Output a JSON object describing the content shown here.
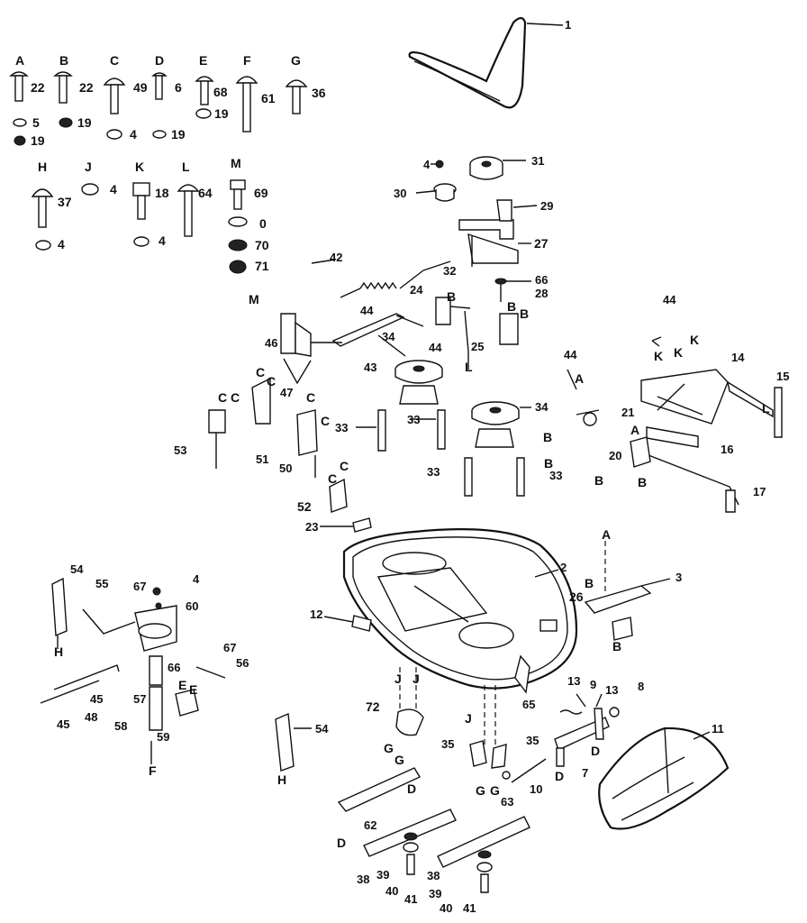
{
  "hardware": {
    "A": {
      "letter": "A",
      "n1": "22",
      "n2": "5",
      "n3": "19"
    },
    "B": {
      "letter": "B",
      "n1": "22",
      "n2": "19"
    },
    "C": {
      "letter": "C",
      "n1": "49",
      "n2": "4"
    },
    "D": {
      "letter": "D",
      "n1": "6",
      "n2": "19"
    },
    "E": {
      "letter": "E",
      "n1": "68",
      "n2": "19"
    },
    "F": {
      "letter": "F",
      "n1": "61"
    },
    "G": {
      "letter": "G",
      "n1": "36"
    },
    "H": {
      "letter": "H",
      "n1": "37",
      "n2": "4"
    },
    "J": {
      "letter": "J",
      "n1": "4"
    },
    "K": {
      "letter": "K",
      "n1": "18",
      "n2": "4"
    },
    "L": {
      "letter": "L",
      "n1": "64"
    },
    "M": {
      "letter": "M",
      "n1": "69",
      "n2": "0",
      "n3": "70",
      "n4": "71"
    }
  },
  "parts": {
    "p1": "1",
    "p2": "2",
    "p3": "3",
    "p4a": "4",
    "p4b": "4",
    "p7": "7",
    "p8": "8",
    "p9": "9",
    "p10": "10",
    "p11": "11",
    "p12": "12",
    "p13a": "13",
    "p13b": "13",
    "p14": "14",
    "p15": "15",
    "p16": "16",
    "p17": "17",
    "p20": "20",
    "p21": "21",
    "p23": "23",
    "p24": "24",
    "p25": "25",
    "p26": "26",
    "p27": "27",
    "p28": "28",
    "p29": "29",
    "p30": "30",
    "p31": "31",
    "p32": "32",
    "p33a": "33",
    "p33b": "33",
    "p33c": "33",
    "p33d": "33",
    "p34a": "34",
    "p34b": "34",
    "p35a": "35",
    "p35b": "35",
    "p38a": "38",
    "p38b": "38",
    "p39a": "39",
    "p39b": "39",
    "p40a": "40",
    "p40b": "40",
    "p41a": "41",
    "p41b": "41",
    "p42": "42",
    "p43": "43",
    "p44a": "44",
    "p44b": "44",
    "p44c": "44",
    "p44d": "44",
    "p45a": "45",
    "p45b": "45",
    "p46": "46",
    "p47": "47",
    "p48": "48",
    "p50": "50",
    "p51": "51",
    "p52": "52",
    "p53": "53",
    "p54a": "54",
    "p54b": "54",
    "p55": "55",
    "p56": "56",
    "p57": "57",
    "p58": "58",
    "p59": "59",
    "p60": "60",
    "p62": "62",
    "p63": "63",
    "p65": "65",
    "p66a": "66",
    "p66b": "66",
    "p67a": "67",
    "p67b": "67",
    "p72": "72"
  },
  "refs": {
    "M": "M",
    "L1": "L",
    "L2": "L",
    "A1": "A",
    "A2": "A",
    "A3": "A",
    "A4": "A",
    "B1": "B",
    "B2": "B",
    "B3": "B",
    "B4": "B",
    "B5": "B",
    "B6": "B",
    "B7": "B",
    "B8": "B",
    "C": "C",
    "D": "D",
    "E": "E",
    "F": "F",
    "G": "G",
    "H": "H",
    "J": "J",
    "K": "K"
  }
}
